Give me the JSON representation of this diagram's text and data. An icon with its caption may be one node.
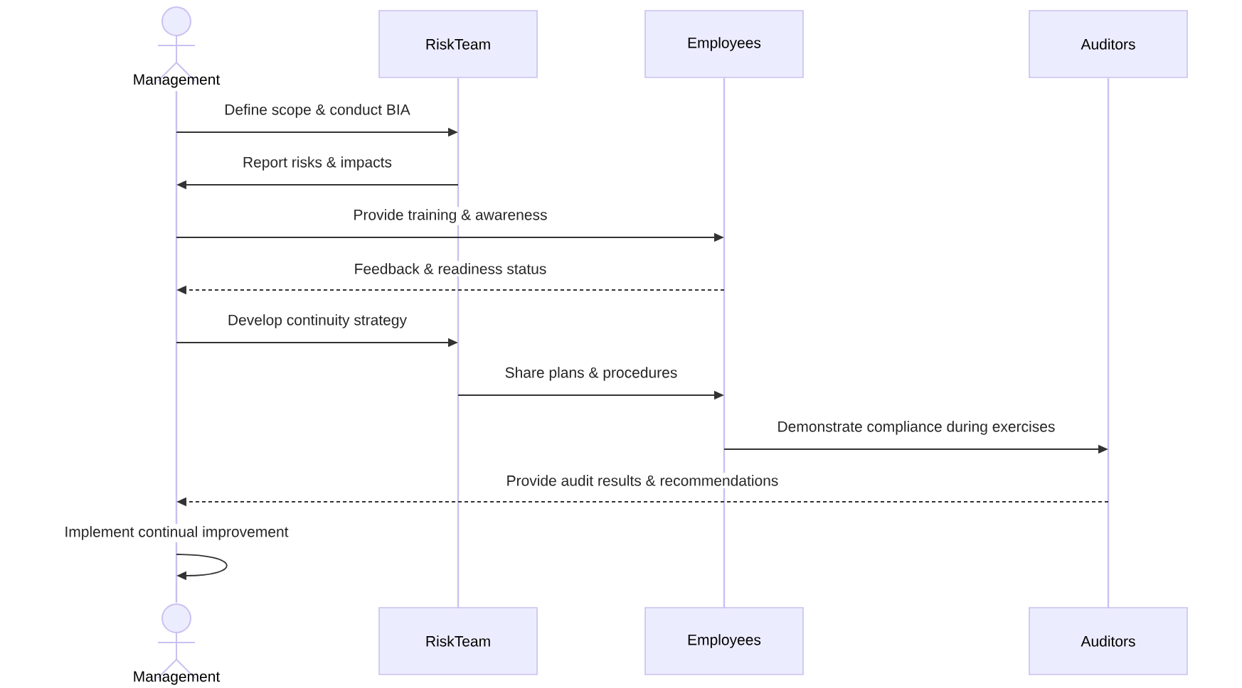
{
  "diagram": {
    "nodes": [
      {
        "text": [
          "Management"
        ]
      },
      {
        "text": [
          "RiskTeam"
        ]
      },
      {
        "text": [
          "Employees"
        ]
      },
      {
        "text": [
          "Auditors"
        ]
      },
      {
        "text": [
          "Management"
        ]
      },
      {
        "text": [
          "RiskTeam"
        ]
      },
      {
        "text": [
          "Employees"
        ]
      },
      {
        "text": [
          "Auditors"
        ]
      },
      {
        "text": [],
        "shape": "bar"
      },
      {
        "text": [],
        "shape": "bar"
      },
      {
        "text": [],
        "shape": "bar"
      },
      {
        "text": [],
        "shape": "bar"
      }
    ],
    "edges": [
      {
        "from": 8,
        "to": 9,
        "arrow": "to",
        "label": "Define scope & conduct BIA"
      },
      {
        "from": 9,
        "to": 8,
        "arrow": "to",
        "label": "Report risks & impacts"
      },
      {
        "from": 8,
        "to": 10,
        "arrow": "to",
        "label": "Provide training & awareness"
      },
      {
        "from": 10,
        "to": 8,
        "arrow": "to",
        "label": "Feedback & readiness status",
        "style": "dashed"
      },
      {
        "from": 8,
        "to": 9,
        "arrow": "to",
        "label": "Develop continuity strategy"
      },
      {
        "from": 9,
        "to": 10,
        "arrow": "to",
        "label": "Share plans & procedures"
      },
      {
        "from": 10,
        "to": 11,
        "arrow": "to",
        "label": "Demonstrate compliance during exercises"
      },
      {
        "from": 11,
        "to": 8,
        "arrow": "to",
        "label": "Provide audit results & recommendations",
        "style": "dashed"
      },
      {
        "from": 8,
        "to": 8,
        "arrow": "to",
        "label": "Implement continual improvement"
      }
    ]
  }
}
